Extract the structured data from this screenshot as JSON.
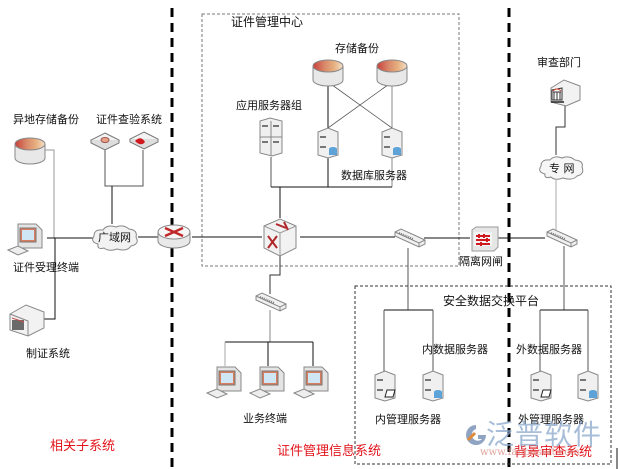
{
  "sections": {
    "related": "相关子系统",
    "cert_info": "证件管理信息系统",
    "background": "背景审查系统"
  },
  "groups": {
    "center": "证件管理中心",
    "exchange": "安全数据交换平台"
  },
  "labels": {
    "remote_backup": "异地存储备份",
    "verify_system": "证件查验系统",
    "accept_terminal": "证件受理终端",
    "make_system": "制证系统",
    "wan": "广域网",
    "storage_backup": "存储备份",
    "app_servers": "应用服务器组",
    "db_servers": "数据库服务器",
    "gateway": "隔离网闸",
    "business_terminal": "业务终端",
    "inner_data_server": "内数据服务器",
    "inner_mgmt_server": "内管理服务器",
    "outer_data_server": "外数据服务器",
    "outer_mgmt_server": "外管理服务器",
    "review_dept": "审查部门",
    "private_net": "专 网"
  },
  "watermark": {
    "brand": "泛普软件",
    "url": "www.fanpusoft.com"
  }
}
